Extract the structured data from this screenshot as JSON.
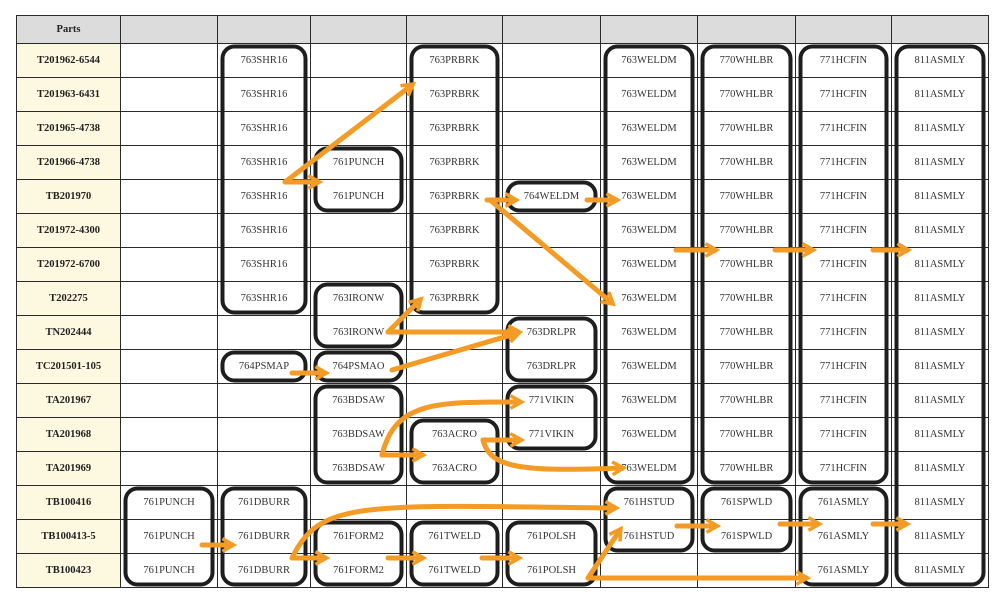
{
  "header": {
    "columns": [
      "Parts",
      "",
      "",
      "",
      "",
      "",
      "",
      "",
      "",
      ""
    ]
  },
  "rows": [
    {
      "part": "T201962-6544",
      "cells": [
        "",
        "763SHR16",
        "",
        "763PRBRK",
        "",
        "763WELDM",
        "770WHLBR",
        "771HCFIN",
        "811ASMLY"
      ]
    },
    {
      "part": "T201963-6431",
      "cells": [
        "",
        "763SHR16",
        "",
        "763PRBRK",
        "",
        "763WELDM",
        "770WHLBR",
        "771HCFIN",
        "811ASMLY"
      ]
    },
    {
      "part": "T201965-4738",
      "cells": [
        "",
        "763SHR16",
        "",
        "763PRBRK",
        "",
        "763WELDM",
        "770WHLBR",
        "771HCFIN",
        "811ASMLY"
      ]
    },
    {
      "part": "T201966-4738",
      "cells": [
        "",
        "763SHR16",
        "761PUNCH",
        "763PRBRK",
        "",
        "763WELDM",
        "770WHLBR",
        "771HCFIN",
        "811ASMLY"
      ]
    },
    {
      "part": "TB201970",
      "cells": [
        "",
        "763SHR16",
        "761PUNCH",
        "763PRBRK",
        "764WELDM",
        "763WELDM",
        "770WHLBR",
        "771HCFIN",
        "811ASMLY"
      ]
    },
    {
      "part": "T201972-4300",
      "cells": [
        "",
        "763SHR16",
        "",
        "763PRBRK",
        "",
        "763WELDM",
        "770WHLBR",
        "771HCFIN",
        "811ASMLY"
      ]
    },
    {
      "part": "T201972-6700",
      "cells": [
        "",
        "763SHR16",
        "",
        "763PRBRK",
        "",
        "763WELDM",
        "770WHLBR",
        "771HCFIN",
        "811ASMLY"
      ]
    },
    {
      "part": "T202275",
      "cells": [
        "",
        "763SHR16",
        "763IRONW",
        "763PRBRK",
        "",
        "763WELDM",
        "770WHLBR",
        "771HCFIN",
        "811ASMLY"
      ]
    },
    {
      "part": "TN202444",
      "cells": [
        "",
        "",
        "763IRONW",
        "",
        "763DRLPR",
        "763WELDM",
        "770WHLBR",
        "771HCFIN",
        "811ASMLY"
      ]
    },
    {
      "part": "TC201501-105",
      "cells": [
        "",
        "764PSMAP",
        "764PSMAO",
        "",
        "763DRLPR",
        "763WELDM",
        "770WHLBR",
        "771HCFIN",
        "811ASMLY"
      ]
    },
    {
      "part": "TA201967",
      "cells": [
        "",
        "",
        "763BDSAW",
        "",
        "771VIKIN",
        "763WELDM",
        "770WHLBR",
        "771HCFIN",
        "811ASMLY"
      ]
    },
    {
      "part": "TA201968",
      "cells": [
        "",
        "",
        "763BDSAW",
        "763ACRO",
        "771VIKIN",
        "763WELDM",
        "770WHLBR",
        "771HCFIN",
        "811ASMLY"
      ]
    },
    {
      "part": "TA201969",
      "cells": [
        "",
        "",
        "763BDSAW",
        "763ACRO",
        "",
        "763WELDM",
        "770WHLBR",
        "771HCFIN",
        "811ASMLY"
      ]
    },
    {
      "part": "TB100416",
      "cells": [
        "761PUNCH",
        "761DBURR",
        "",
        "",
        "",
        "761HSTUD",
        "761SPWLD",
        "761ASMLY",
        "811ASMLY"
      ]
    },
    {
      "part": "TB100413-5",
      "cells": [
        "761PUNCH",
        "761DBURR",
        "761FORM2",
        "761TWELD",
        "761POLSH",
        "761HSTUD",
        "761SPWLD",
        "761ASMLY",
        "811ASMLY"
      ]
    },
    {
      "part": "TB100423",
      "cells": [
        "761PUNCH",
        "761DBURR",
        "761FORM2",
        "761TWELD",
        "761POLSH",
        "",
        "",
        "761ASMLY",
        "811ASMLY"
      ]
    }
  ],
  "groups": [
    {
      "name": "763SHR16",
      "col": 2,
      "r0": 0,
      "r1": 7
    },
    {
      "name": "763PRBRK",
      "col": 4,
      "r0": 0,
      "r1": 7
    },
    {
      "name": "763WELDM",
      "col": 6,
      "r0": 0,
      "r1": 12
    },
    {
      "name": "770WHLBR",
      "col": 7,
      "r0": 0,
      "r1": 12
    },
    {
      "name": "771HCFIN",
      "col": 8,
      "r0": 0,
      "r1": 12
    },
    {
      "name": "811ASMLY",
      "col": 9,
      "r0": 0,
      "r1": 15
    },
    {
      "name": "761PUNCH-a",
      "col": 3,
      "r0": 3,
      "r1": 4
    },
    {
      "name": "764WELDM",
      "col": 5,
      "r0": 4,
      "r1": 4
    },
    {
      "name": "763IRONW",
      "col": 3,
      "r0": 7,
      "r1": 8
    },
    {
      "name": "763DRLPR",
      "col": 5,
      "r0": 8,
      "r1": 9
    },
    {
      "name": "764PSMAP",
      "col": 2,
      "r0": 9,
      "r1": 9
    },
    {
      "name": "764PSMAO",
      "col": 3,
      "r0": 9,
      "r1": 9
    },
    {
      "name": "763BDSAW",
      "col": 3,
      "r0": 10,
      "r1": 12
    },
    {
      "name": "771VIKIN",
      "col": 5,
      "r0": 10,
      "r1": 11
    },
    {
      "name": "763ACRO",
      "col": 4,
      "r0": 11,
      "r1": 12
    },
    {
      "name": "761PUNCH-b",
      "col": 1,
      "r0": 13,
      "r1": 15
    },
    {
      "name": "761DBURR",
      "col": 2,
      "r0": 13,
      "r1": 15
    },
    {
      "name": "761FORM2",
      "col": 3,
      "r0": 14,
      "r1": 15
    },
    {
      "name": "761TWELD",
      "col": 4,
      "r0": 14,
      "r1": 15
    },
    {
      "name": "761POLSH",
      "col": 5,
      "r0": 14,
      "r1": 15
    },
    {
      "name": "761HSTUD",
      "col": 6,
      "r0": 13,
      "r1": 14
    },
    {
      "name": "761SPWLD",
      "col": 7,
      "r0": 13,
      "r1": 14
    },
    {
      "name": "761ASMLY",
      "col": 8,
      "r0": 13,
      "r1": 15
    }
  ],
  "colors": {
    "arrow": "#f39b24",
    "group_border": "#1e1e1e",
    "header_bg": "#dcdcdc",
    "part_bg": "#fdf9e1",
    "grid_line": "#2a2a2a"
  }
}
